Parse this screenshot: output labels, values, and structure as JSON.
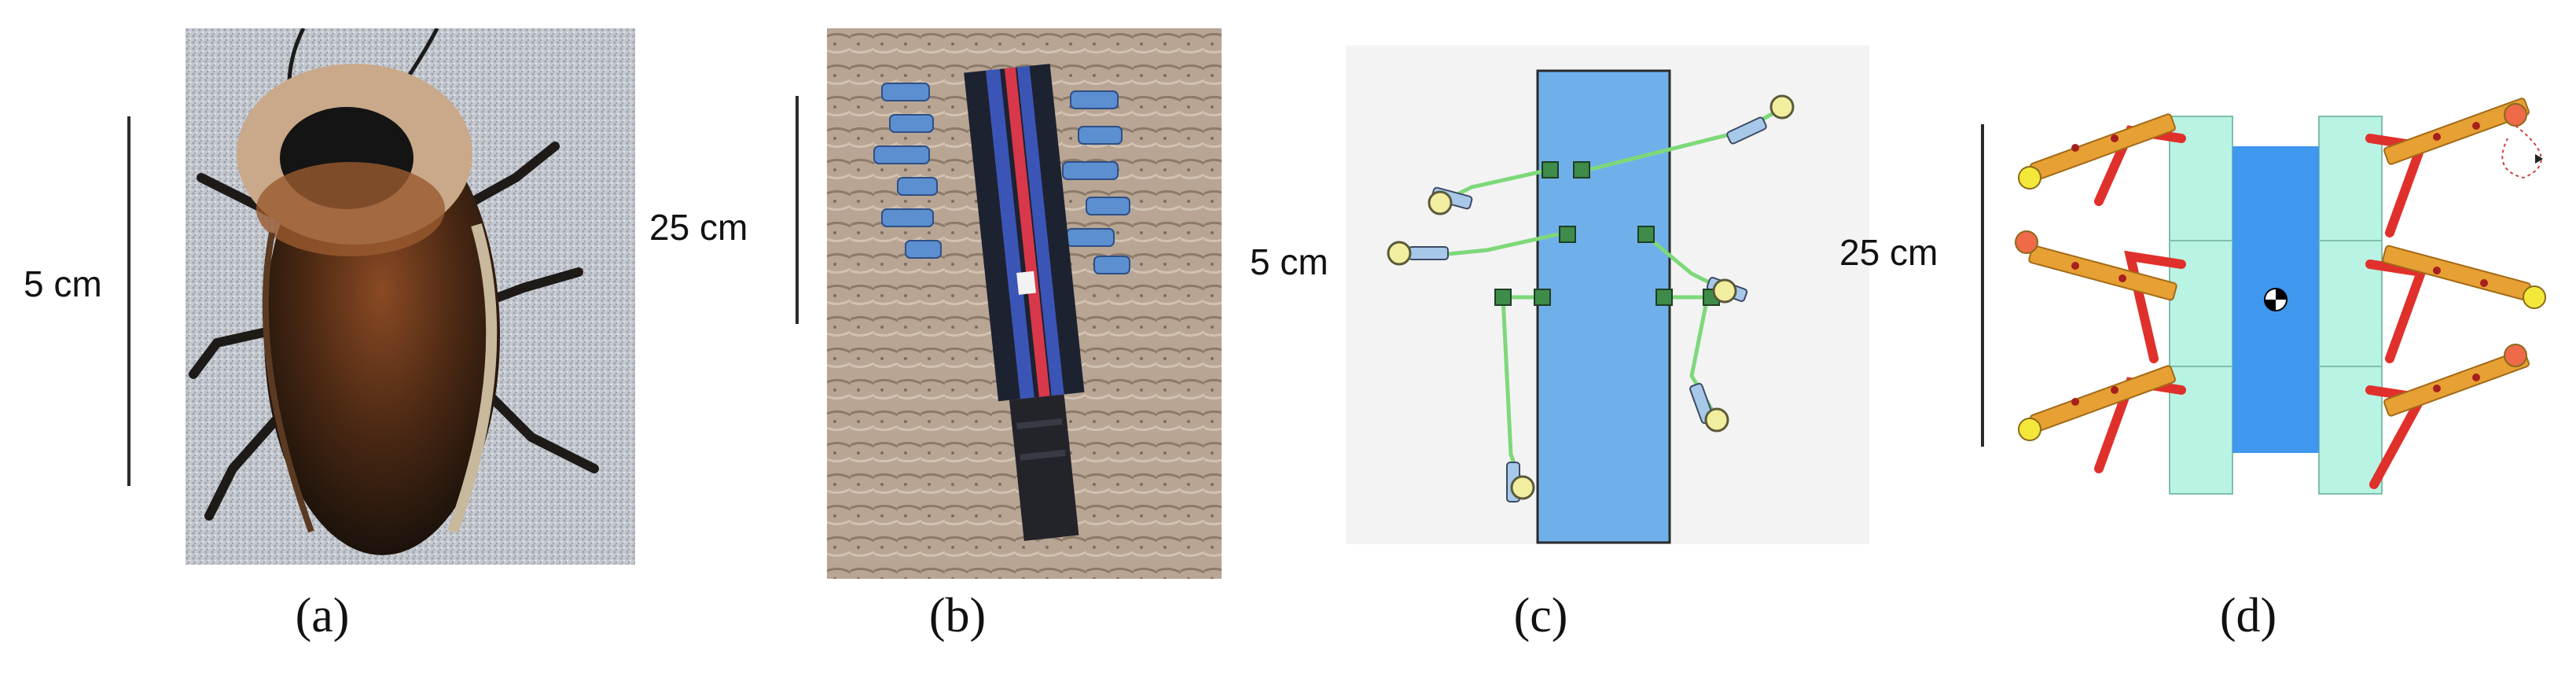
{
  "panels": [
    {
      "caption": "(a)",
      "scale_label": "5 cm"
    },
    {
      "caption": "(b)",
      "scale_label": "25 cm"
    },
    {
      "caption": "(c)",
      "scale_label": "5 cm"
    },
    {
      "caption": "(d)",
      "scale_label": "25 cm"
    }
  ],
  "colors": {
    "body_blue": "#6fb0ea",
    "limb_green": "#7ed87a",
    "foot_yellow": "#f2eea0",
    "segment_cyan": "#b9f3e3",
    "center_blue": "#3f97ee",
    "leg_red": "#e0302c",
    "leg_orange": "#e6a033"
  }
}
